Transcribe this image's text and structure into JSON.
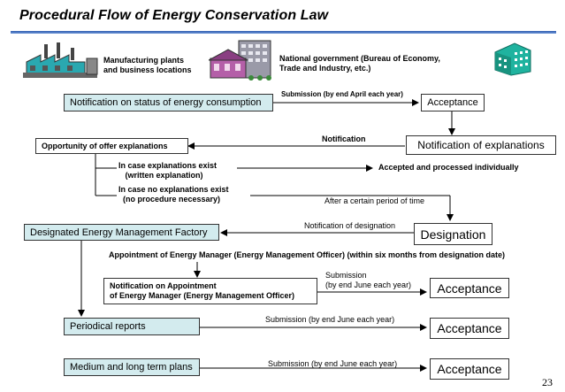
{
  "title": "Procedural Flow of Energy Conservation Law",
  "page_number": "23",
  "icons": {
    "factory": "factory-icon",
    "government": "government-building-icon",
    "office": "office-building-icon"
  },
  "colors": {
    "teal_box": "#d3ebee",
    "title_rule": "#2e5db0",
    "factory_teal": "#2aa8b0"
  },
  "header": {
    "manufacturers_label": "Manufacturing plants\nand business locations",
    "government_label": "National government (Bureau of Economy,\nTrade and Industry, etc.)"
  },
  "flow": {
    "notification_status": "Notification on status of energy consumption",
    "submission_april": "Submission (by end April each year)",
    "acceptance_1": "Acceptance",
    "notification_label": "Notification",
    "notification_explanations": "Notification of explanations",
    "opportunity_explanations": "Opportunity of offer explanations",
    "case_exist": "In case explanations exist\n   (written explanation)",
    "accepted_individually": "Accepted and processed individually",
    "case_none": "In case no explanations exist\n  (no procedure necessary)",
    "after_period": "After a certain period of time",
    "notification_designation": "Notification of designation",
    "designated_factory": "Designated Energy Management Factory",
    "designation": "Designation",
    "appointment_text": "Appointment of Energy Manager (Energy Management Officer)  (within six months from designation date)",
    "notification_appointment": "Notification on Appointment\nof Energy Manager (Energy Management Officer)",
    "submission_june_1": "Submission\n(by end June each year)",
    "acceptance_2": "Acceptance",
    "periodical_reports": "Periodical reports",
    "submission_june_2": "Submission (by end June each year)",
    "acceptance_3": "Acceptance",
    "medium_long_plans": "Medium and long term plans",
    "submission_june_3": "Submission (by end June each year)",
    "acceptance_4": "Acceptance"
  }
}
